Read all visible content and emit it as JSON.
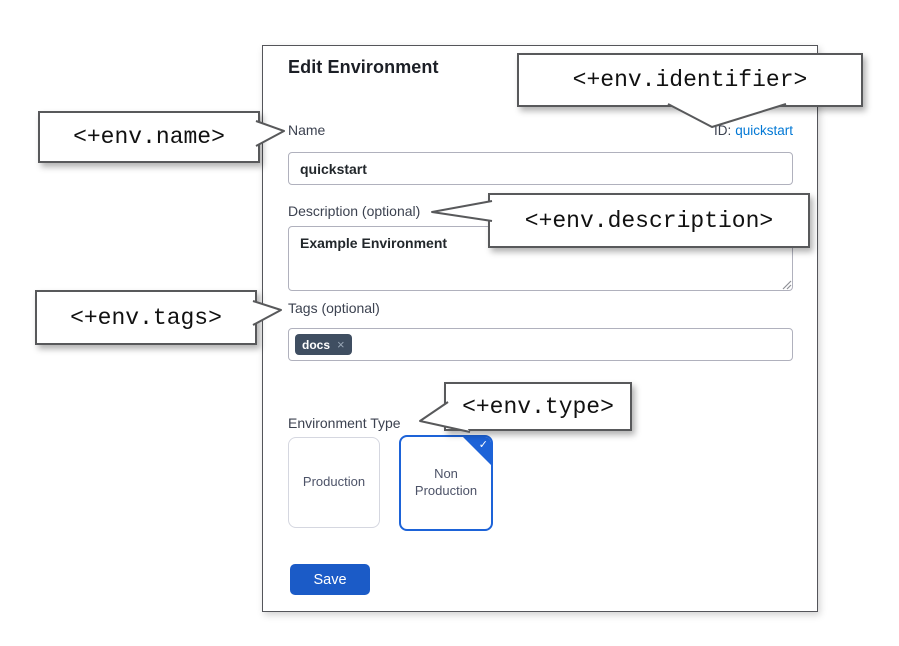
{
  "callouts": {
    "identifier": "<+env.identifier>",
    "name": "<+env.name>",
    "description": "<+env.description>",
    "tags": "<+env.tags>",
    "type": "<+env.type>"
  },
  "dialog": {
    "title": "Edit Environment",
    "name": {
      "label": "Name",
      "value": "quickstart"
    },
    "identifier": {
      "label": "ID:",
      "value": "quickstart"
    },
    "description": {
      "label": "Description (optional)",
      "value": "Example Environment"
    },
    "tags": {
      "label": "Tags (optional)",
      "items": [
        {
          "label": "docs"
        }
      ]
    },
    "environment_type": {
      "label": "Environment Type",
      "options": [
        {
          "label": "Production",
          "selected": false
        },
        {
          "label": "Non Production",
          "selected": true
        }
      ]
    },
    "save_label": "Save"
  },
  "icons": {
    "tag_remove": "×",
    "selected_check": "✓"
  },
  "colors": {
    "primary_button_blue": "#1b5bc7",
    "selected_card_blue": "#1d63d8",
    "link_blue": "#0278d5",
    "tag_chip_bg": "#3f4e61",
    "callout_border": "#58595b"
  }
}
